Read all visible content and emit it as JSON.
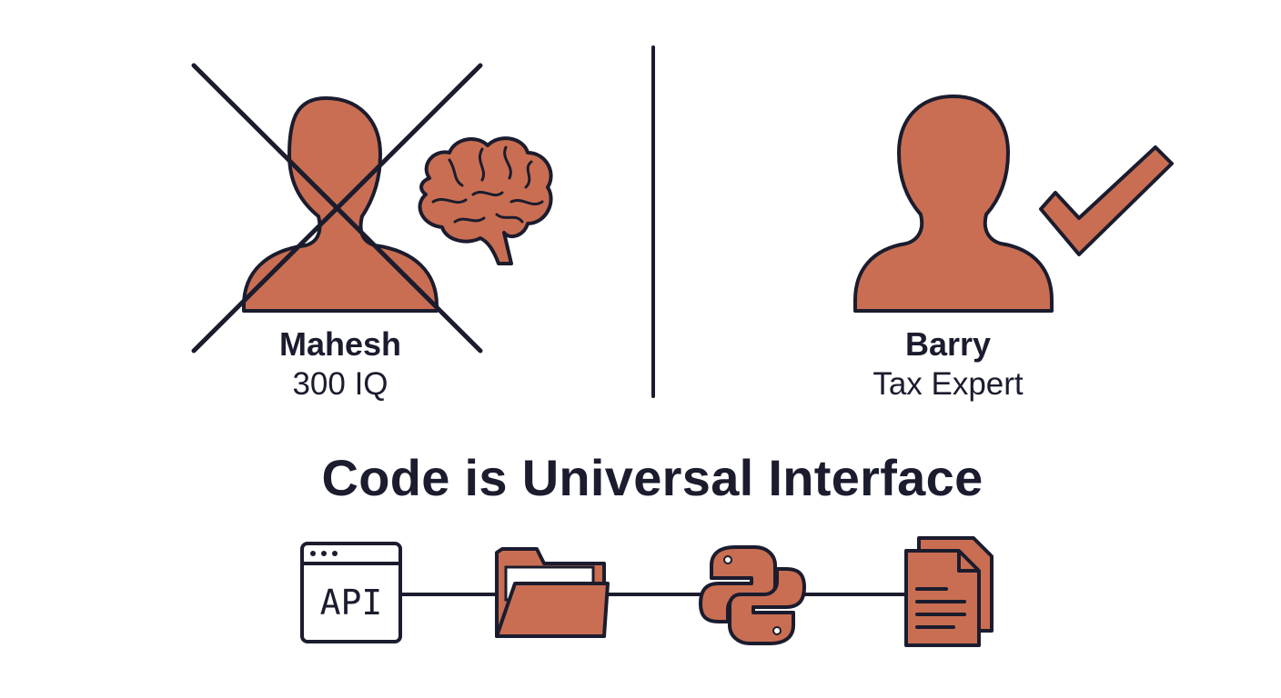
{
  "left_person": {
    "name": "Mahesh",
    "subtitle": "300 IQ"
  },
  "right_person": {
    "name": "Barry",
    "subtitle": "Tax Expert"
  },
  "headline": "Code is Universal Interface",
  "flow": {
    "api_label": "API",
    "items": [
      "api-window-icon",
      "folder-icon",
      "python-logo-icon",
      "documents-icon"
    ]
  },
  "colors": {
    "fill": "#c96e52",
    "stroke": "#1b1c2e",
    "background": "#ffffff"
  }
}
